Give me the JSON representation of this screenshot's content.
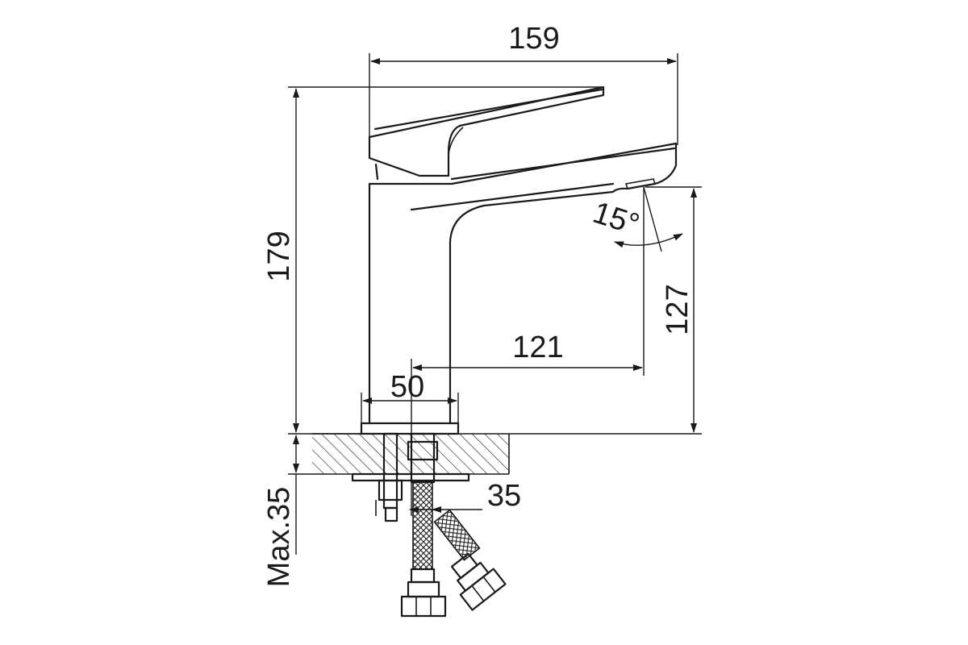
{
  "dimensions": {
    "overall_length": "159",
    "overall_height": "179",
    "spout_height": "127",
    "spout_reach": "121",
    "base_diameter": "50",
    "spout_angle": "15°",
    "shank_diameter": "35",
    "max_counter_thickness": "Max.35"
  }
}
